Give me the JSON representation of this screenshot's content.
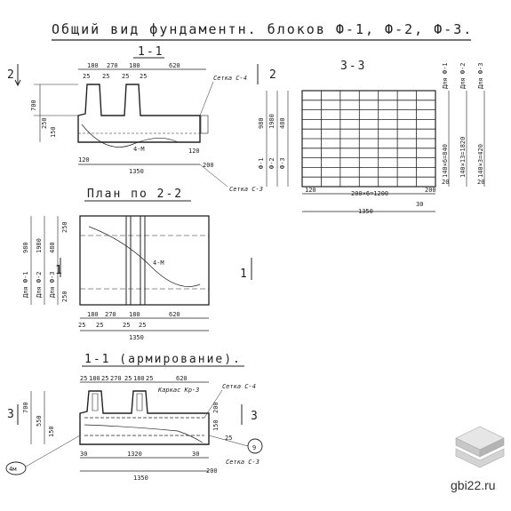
{
  "title": "Общий вид фундаментн. блоков Ф-1, Ф-2, Ф-3.",
  "views": {
    "sec11": {
      "name": "1-1",
      "dims_top": [
        "180",
        "270",
        "180",
        "620"
      ],
      "dims_top2": [
        "25",
        "25",
        "25",
        "25"
      ],
      "height_dims": [
        "700",
        "250",
        "150"
      ],
      "note_mesh": "Сетка С-4",
      "note_mesh2": "Сетка С-3",
      "note_4m": "4-М",
      "bottom_dims": [
        "120",
        "120",
        "200"
      ],
      "total": "1350",
      "marker": "2"
    },
    "sec33": {
      "name": "3-3",
      "height_dims": [
        "980",
        "1980",
        "480"
      ],
      "grades": [
        "Ф-1",
        "Ф-2",
        "Ф-3"
      ],
      "right_notes": [
        "Для Ф-1",
        "Для Ф-2",
        "Для Ф-3"
      ],
      "right_dims": [
        "20",
        "140×6=840",
        "140×13=1820",
        "140×3=420",
        "20"
      ],
      "bottom_dims": [
        "120",
        "200×6=1200",
        "200"
      ],
      "total": "1350",
      "side": "30"
    },
    "plan": {
      "name": "План по 2-2",
      "left_dims": [
        "250",
        "980",
        "1980",
        "480",
        "250"
      ],
      "left_notes": [
        "Для Ф-1",
        "Для Ф-2",
        "Для Ф-3"
      ],
      "bottom_dims": [
        "180",
        "270",
        "180",
        "620"
      ],
      "bottom_dims2": [
        "25",
        "25",
        "25",
        "25"
      ],
      "total": "1350",
      "note_4m": "4-М",
      "marker": "1"
    },
    "reinf": {
      "name": "1-1 (армирование).",
      "dims_top": [
        "25",
        "180",
        "25",
        "270",
        "25",
        "180",
        "25",
        "620"
      ],
      "height_dims": [
        "700",
        "550",
        "150"
      ],
      "note_frame": "Каркас Кр-3",
      "note_mesh": "Сетка С-4",
      "note_mesh2": "Сетка С-3",
      "note_4m": "4м",
      "circle_num": "9",
      "bottom_dims": [
        "30",
        "1320",
        "30"
      ],
      "total": "1350",
      "right_dims": [
        "200",
        "150",
        "25",
        "200"
      ],
      "marker": "3"
    }
  },
  "watermark": "gbi22.ru"
}
